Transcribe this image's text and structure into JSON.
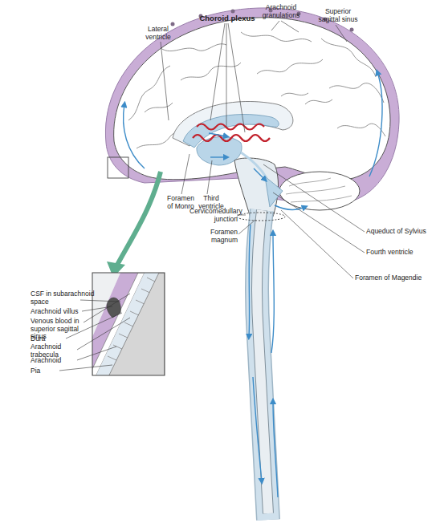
{
  "diagram": {
    "labels": [
      "Lateral ventricle",
      "Choroid plexus",
      "Arachnoid granulations",
      "Superior sagittal sinus",
      "CSF in subarachnoid space",
      "Arachnoid villus",
      "Venous blood in superior sagittal sinus",
      "Dura",
      "Arachnoid trabecula",
      "Arachnoid",
      "Pia",
      "Foramen of Monro",
      "Third ventricle",
      "Aqueduct of Sylvius",
      "Fourth ventricle",
      "Cervicomedullary junction",
      "Foramen magnum",
      "Foramen of Magendie"
    ]
  }
}
